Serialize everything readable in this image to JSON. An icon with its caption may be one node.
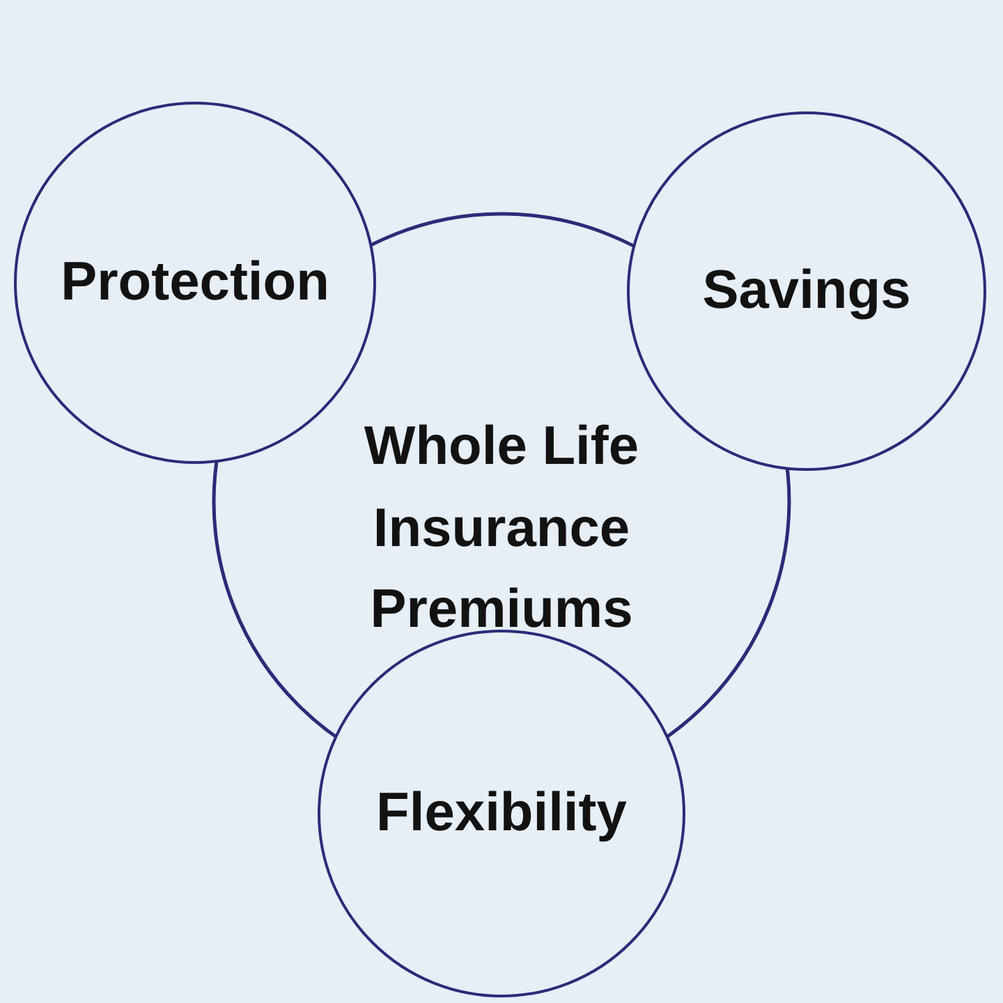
{
  "diagram": {
    "nodes": [
      {
        "text": [
          "Protection"
        ]
      },
      {
        "text": [
          "Savings"
        ]
      },
      {
        "text": [
          "Whole Life Insurance Premiums"
        ]
      },
      {
        "text": [
          "Flexibility"
        ]
      }
    ]
  }
}
